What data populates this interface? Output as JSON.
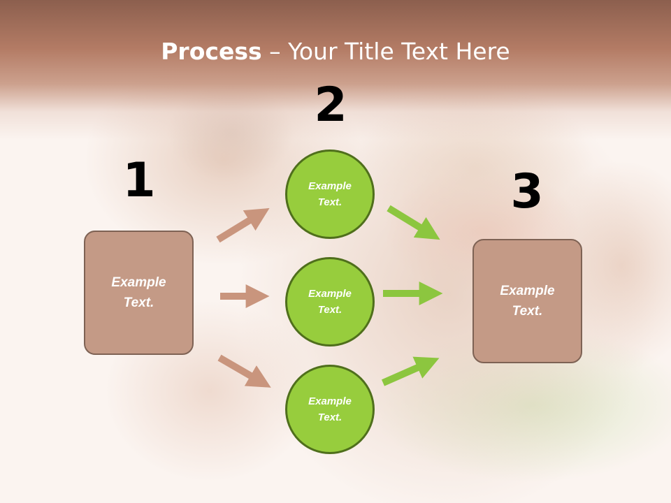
{
  "title": {
    "bold": "Process",
    "rest": " – Your Title Text Here"
  },
  "steps": {
    "one": "1",
    "two": "2",
    "three": "3"
  },
  "box_left": {
    "text": "Example\nText."
  },
  "circles": [
    {
      "text": "Example\nText."
    },
    {
      "text": "Example\nText."
    },
    {
      "text": "Example\nText."
    }
  ],
  "box_right": {
    "text": "Example\nText."
  },
  "colors": {
    "brown_box": "#c49a86",
    "brown_arrow": "#c9957d",
    "green_circle": "#97cd3d",
    "green_arrow": "#8cc63f",
    "title_band": "#b47a62"
  }
}
